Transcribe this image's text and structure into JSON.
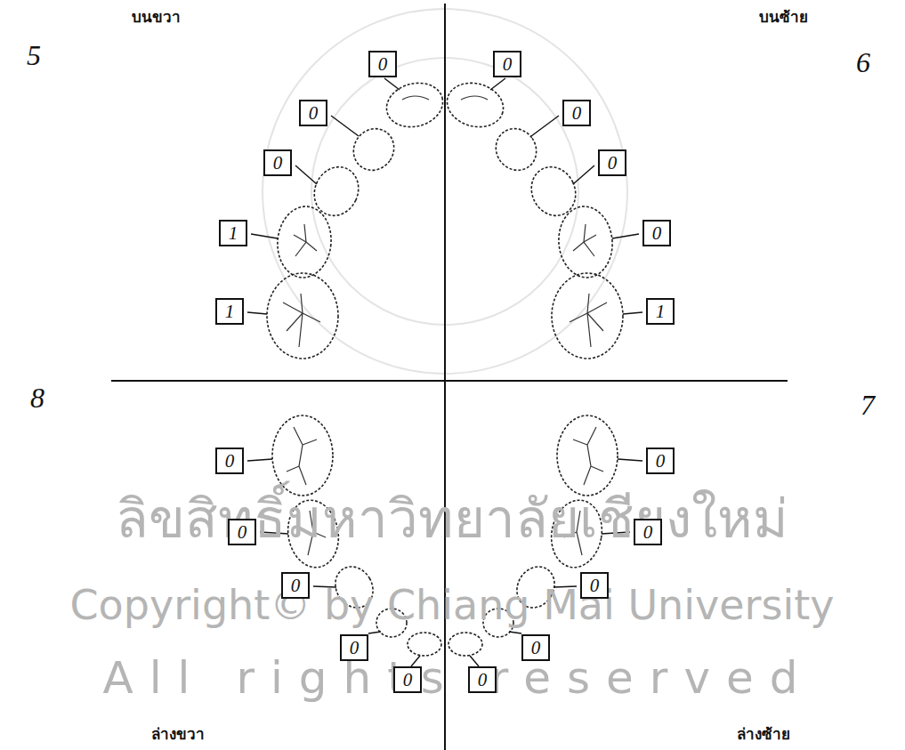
{
  "diagram": {
    "nodes": [
      {
        "text": [
          "0"
        ]
      },
      {
        "text": [
          "0"
        ]
      },
      {
        "text": [
          "0"
        ]
      },
      {
        "text": [
          "0"
        ]
      },
      {
        "text": [
          "0"
        ]
      },
      {
        "text": [
          "0"
        ]
      },
      {
        "text": [
          "1"
        ]
      },
      {
        "text": [
          "0"
        ]
      },
      {
        "text": [
          "1"
        ]
      },
      {
        "text": [
          "1"
        ]
      },
      {
        "text": [
          "0"
        ]
      },
      {
        "text": [
          "0"
        ]
      },
      {
        "text": [
          "0"
        ]
      },
      {
        "text": [
          "0"
        ]
      },
      {
        "text": [
          "0"
        ]
      },
      {
        "text": [
          "0"
        ]
      },
      {
        "text": [
          "0"
        ]
      },
      {
        "text": [
          "0"
        ]
      },
      {
        "text": [
          "0"
        ]
      },
      {
        "text": [
          "0"
        ]
      }
    ],
    "labels": [
      "บนขวา",
      "บนซ้าย",
      "5",
      "6",
      "8",
      "7",
      "ลิขสิทธิ์มหาวิทยาลัยเชียงใหม่",
      "Copyright© by Chiang Mai University",
      "All rights reserved",
      "ล่างขวา",
      "ล่างซ้าย"
    ]
  }
}
